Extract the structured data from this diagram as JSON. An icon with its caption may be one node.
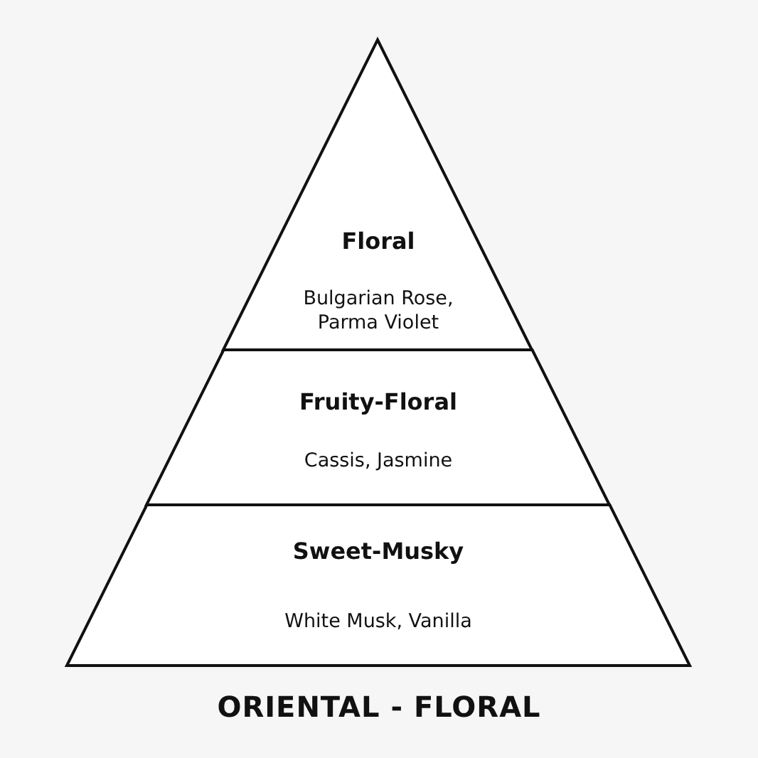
{
  "diagram": {
    "caption": "ORIENTAL - FLORAL",
    "nodes": [
      {
        "text": [
          "Floral",
          "Bulgarian Rose, Parma Violet"
        ]
      },
      {
        "text": [
          "Fruity-Floral",
          "Cassis, Jasmine"
        ]
      },
      {
        "text": [
          "Sweet-Musky",
          "White Musk, Vanilla"
        ]
      }
    ]
  }
}
